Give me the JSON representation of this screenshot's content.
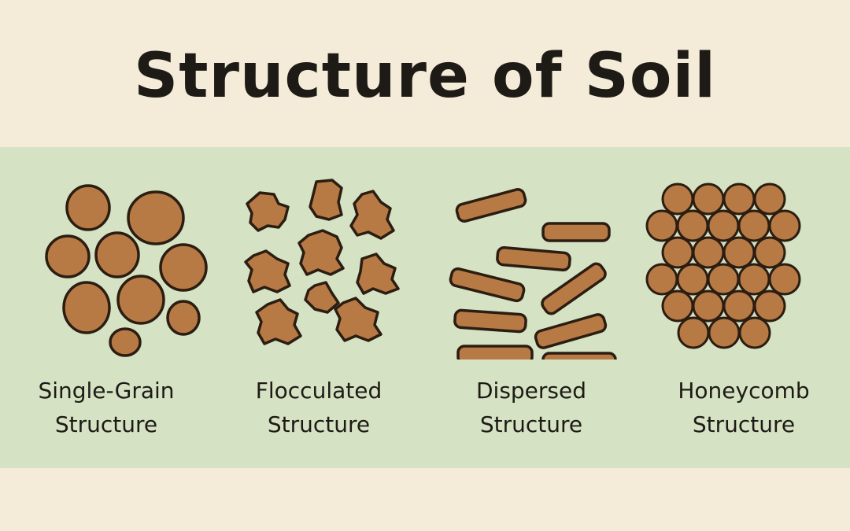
{
  "title": "Structure of Soil",
  "colors": {
    "background": "#f4ecd9",
    "band": "#d5e2c3",
    "particle_fill": "#b77a45",
    "particle_outline": "#2b1d12",
    "text": "#1e1b16"
  },
  "structures": [
    {
      "line1": "Single-Grain",
      "line2": "Structure"
    },
    {
      "line1": "Flocculated",
      "line2": "Structure"
    },
    {
      "line1": "Dispersed",
      "line2": "Structure"
    },
    {
      "line1": "Honeycomb",
      "line2": "Structure"
    }
  ]
}
